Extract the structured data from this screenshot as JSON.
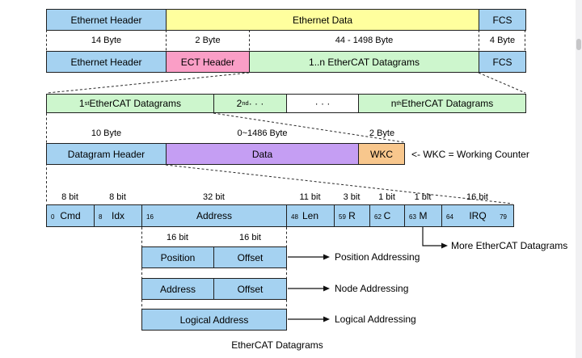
{
  "colors": {
    "blue": "#a5d2f1",
    "yellow": "#ffff9e",
    "pink": "#fa9ec6",
    "green": "#cdf6cd",
    "purple": "#c59ef3",
    "orange": "#f8c78d",
    "border": "#1f1f1f"
  },
  "ethernet": {
    "row1": [
      "Ethernet Header",
      "Ethernet Data",
      "FCS"
    ],
    "sizes": [
      "14 Byte",
      "2 Byte",
      "44 - 1498 Byte",
      "4 Byte"
    ],
    "row2": [
      "Ethernet Header",
      "ECT Header",
      "1..n EtherCAT Datagrams",
      "FCS"
    ]
  },
  "datagrams": {
    "segments": [
      {
        "base": "1",
        "sup": "st",
        "rest": " EtherCAT Datagrams"
      },
      {
        "base": "2",
        "sup": "nd",
        "rest": "  · · ·"
      },
      {
        "base": "",
        "sup": "",
        "rest": "· · ·"
      },
      {
        "base": "n",
        "sup": "th",
        "rest": " EtherCAT Datagrams"
      }
    ],
    "sizes": [
      "10 Byte",
      "0~1486 Byte",
      "2 Byte"
    ],
    "structure": [
      "Datagram Header",
      "Data",
      "WKC"
    ],
    "wkc_note": "<- WKC = Working Counter"
  },
  "bits": {
    "widths": [
      "8 bit",
      "8 bit",
      "32 bit",
      "11 bit",
      "3 bit",
      "1 bit",
      "1 bit",
      "16 bit"
    ],
    "fields": [
      {
        "start": "0",
        "label": "Cmd"
      },
      {
        "start": "8",
        "label": "Idx"
      },
      {
        "start": "16",
        "label": "Address"
      },
      {
        "start": "48",
        "label": "Len"
      },
      {
        "start": "59",
        "label": "R"
      },
      {
        "start": "62",
        "label": "C"
      },
      {
        "start": "63",
        "label": "M"
      },
      {
        "start": "64",
        "label": "IRQ",
        "end": "79"
      }
    ],
    "more_label": "More EtherCAT Datagrams"
  },
  "addressing": {
    "bit_labels": [
      "16 bit",
      "16 bit"
    ],
    "rows": [
      {
        "cells": [
          "Position",
          "Offset"
        ],
        "label": "Position Addressing"
      },
      {
        "cells": [
          "Address",
          "Offset"
        ],
        "label": "Node Addressing"
      },
      {
        "cells": [
          "Logical Address"
        ],
        "label": "Logical Addressing"
      }
    ]
  },
  "caption": "EtherCAT Datagrams"
}
